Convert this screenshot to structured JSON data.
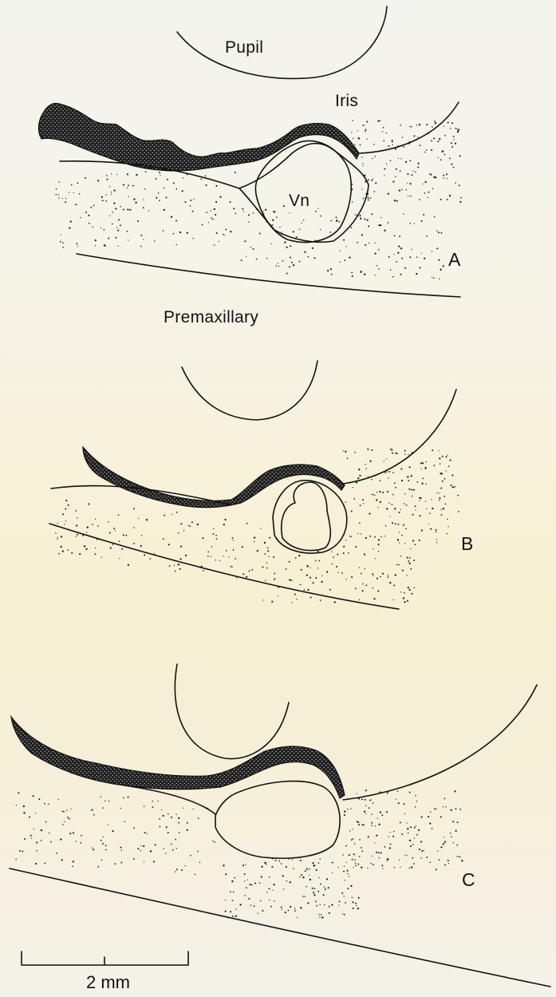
{
  "labels": {
    "pupil": "Pupil",
    "iris": "Iris",
    "vn": "Vn",
    "premaxillary": "Premaxillary"
  },
  "panels": [
    {
      "letter": "A"
    },
    {
      "letter": "B"
    },
    {
      "letter": "C"
    }
  ],
  "scale_bar": {
    "label": "2 mm"
  },
  "colors": {
    "ink": "#111111",
    "paper_top": "#f4f4ee",
    "paper_mid": "#f8f1d7"
  }
}
